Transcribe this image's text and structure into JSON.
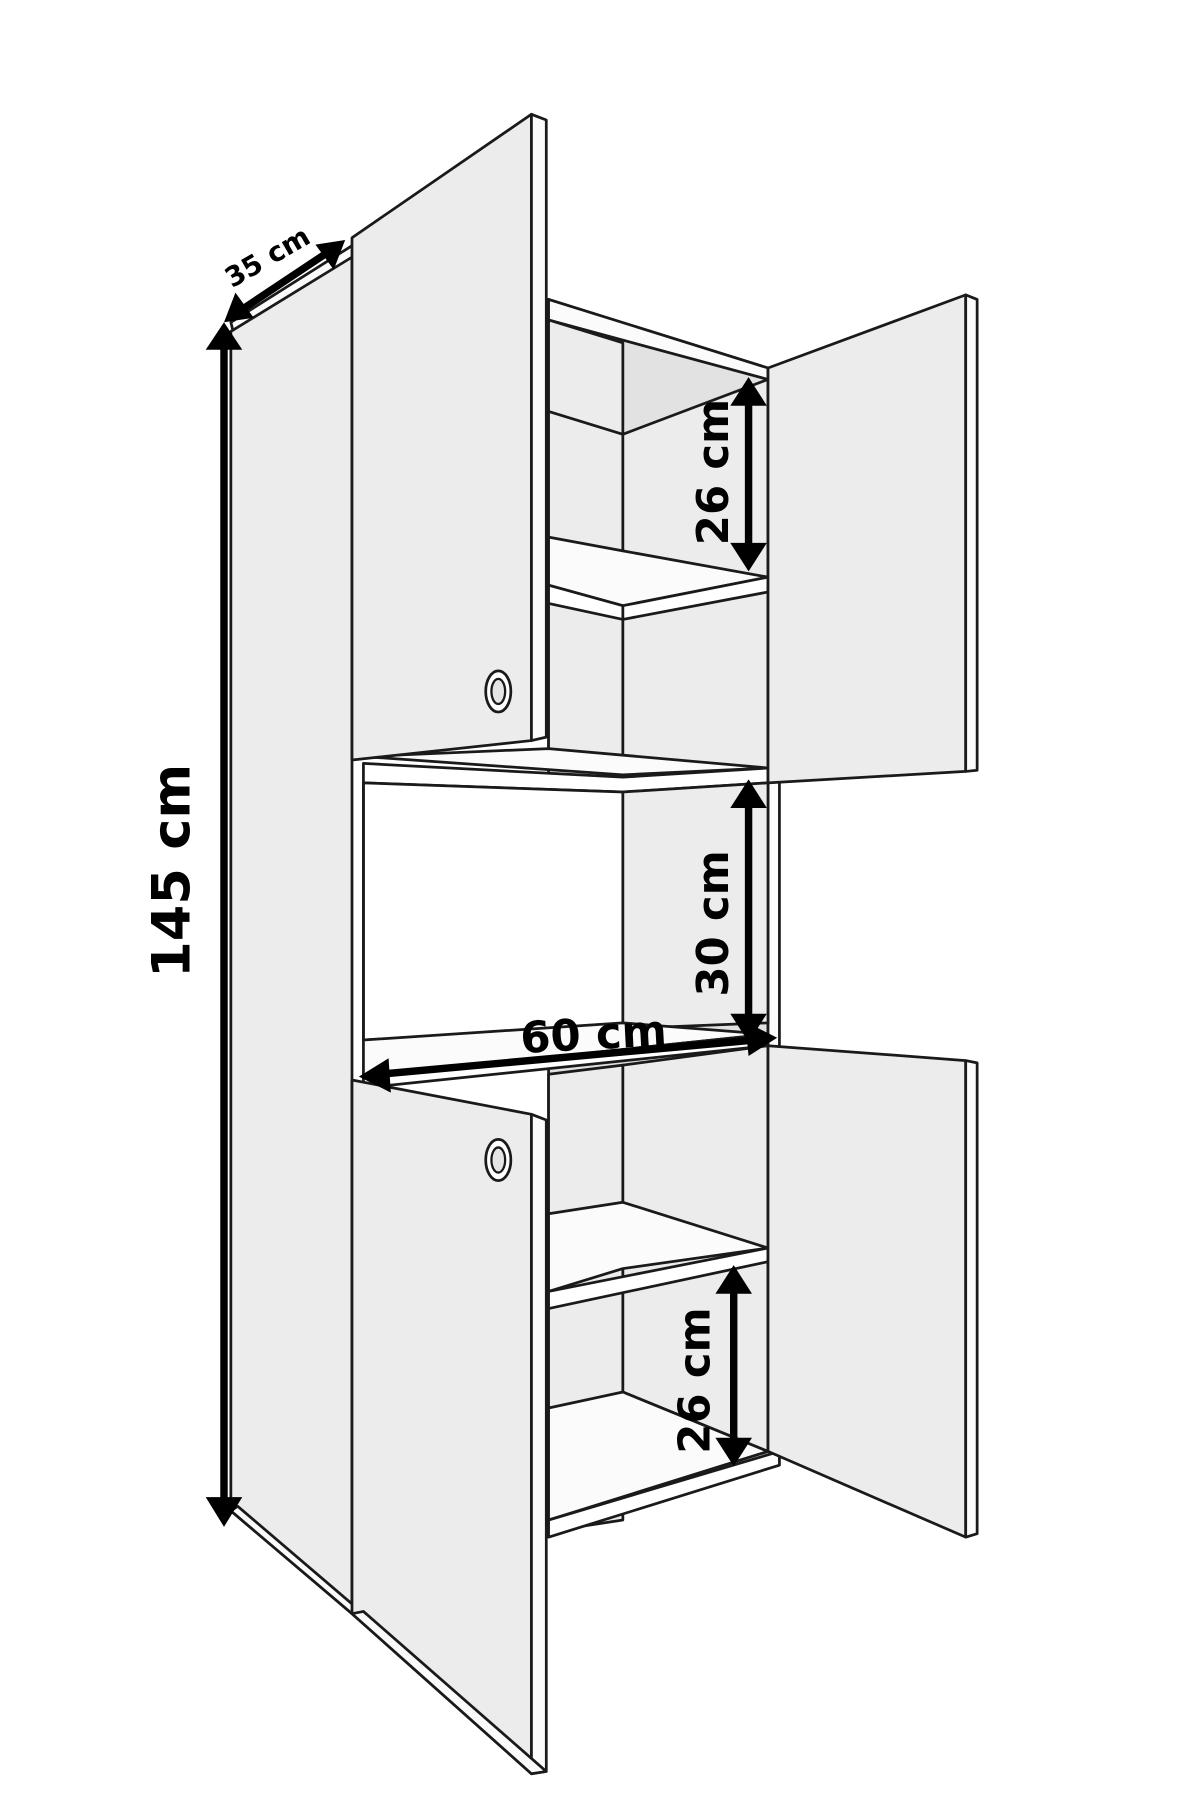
{
  "dimensions": {
    "total_height": "145 cm",
    "depth": "35 cm",
    "width": "60 cm",
    "upper_shelf_gap": "26 cm",
    "middle_opening": "30 cm",
    "lower_shelf_gap": "26 cm"
  }
}
